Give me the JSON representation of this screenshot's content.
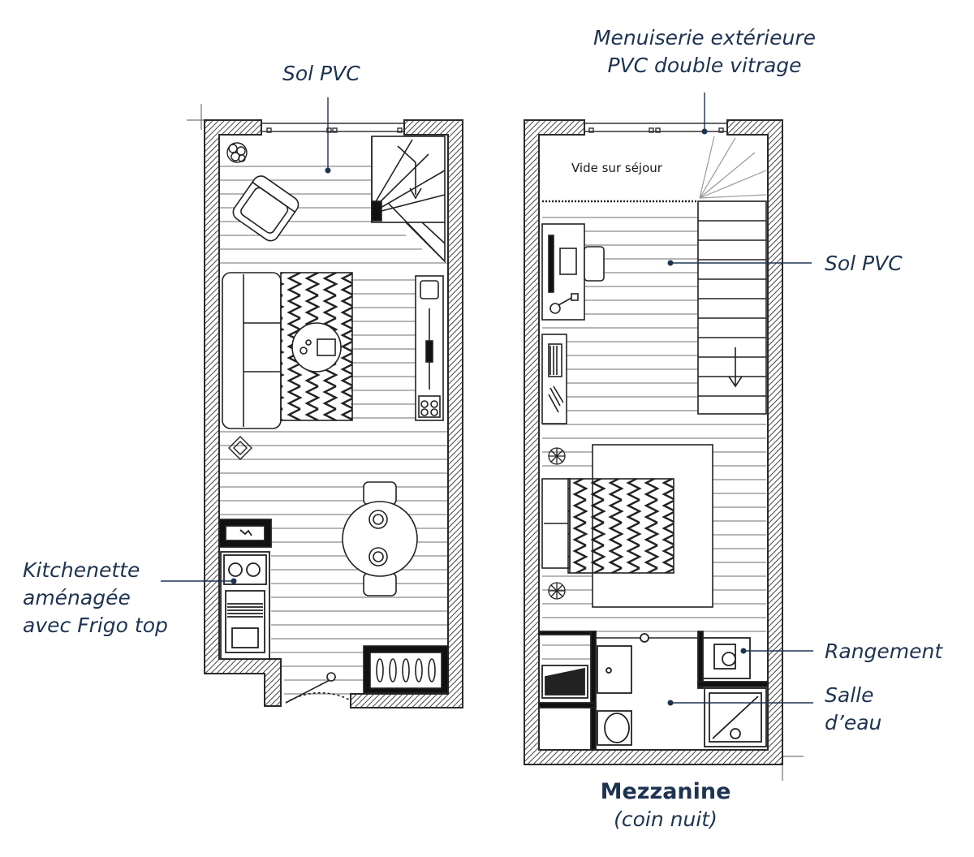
{
  "labels": {
    "sol_pvc_left": "Sol PVC",
    "menuiserie_line1": "Menuiserie extérieure",
    "menuiserie_line2": "PVC double vitrage",
    "sol_pvc_right": "Sol PVC",
    "kitchenette_line1": "Kitchenette",
    "kitchenette_line2": "aménagée",
    "kitchenette_line3": "avec Frigo top",
    "rangement": "Rangement",
    "salle_line1": "Salle",
    "salle_line2": "d’eau",
    "vide_sur_sejour": "Vide sur séjour"
  },
  "mezzanine_title": {
    "main": "Mezzanine",
    "sub": "(coin nuit)"
  },
  "colors": {
    "label_blue": "#1e3350",
    "wall": "#3a3a3a",
    "line": "#2a2a2a"
  }
}
